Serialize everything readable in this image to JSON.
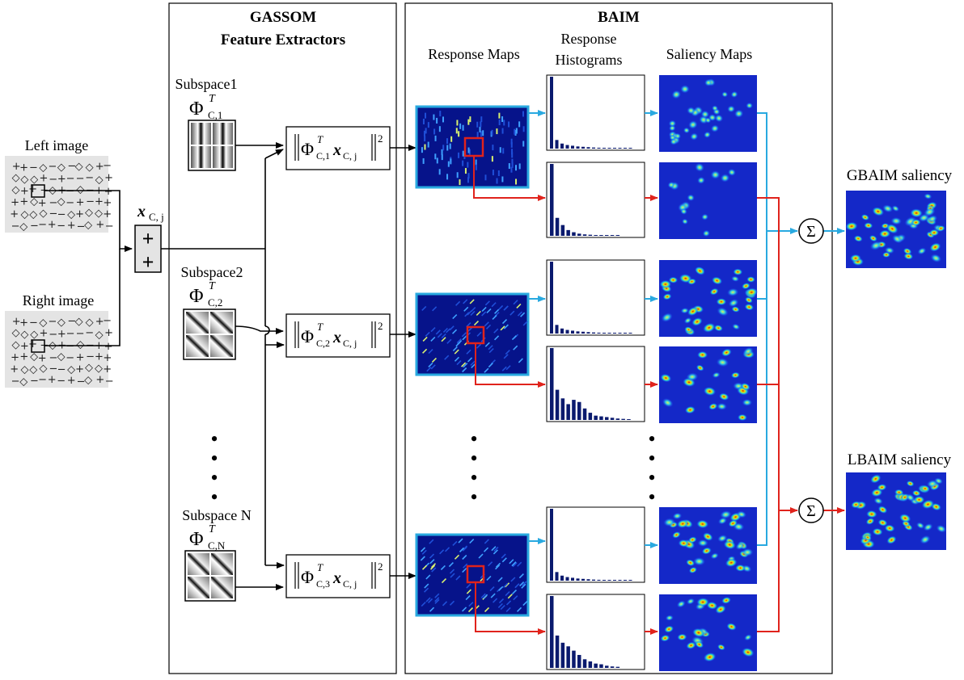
{
  "panels": {
    "gassom_title_line1": "GASSOM",
    "gassom_title_line2": "Feature Extractors",
    "baim_title": "BAIM"
  },
  "columns": {
    "response_maps": "Response Maps",
    "response_histograms_line1": "Response",
    "response_histograms_line2": "Histograms",
    "saliency_maps": "Saliency Maps"
  },
  "inputs": {
    "left_image": "Left image",
    "right_image": "Right image",
    "patch_symbol": "x",
    "patch_subscript": "C, j"
  },
  "subspaces": [
    {
      "label": "Subspace1",
      "phi_sub": "C,1",
      "formula_sub": "C,1"
    },
    {
      "label": "Subspace2",
      "phi_sub": "C,2",
      "formula_sub": "C,2"
    },
    {
      "label": "Subspace N",
      "phi_sub": "C,N",
      "formula_sub": "C,3"
    }
  ],
  "symbols": {
    "phi": "Φ",
    "transpose": "T",
    "squared": "2",
    "sum": "Σ",
    "ellipsis_dot": "•"
  },
  "outputs": {
    "gbaim": "GBAIM saliency",
    "lbaim": "LBAIM saliency"
  },
  "colors": {
    "global_arrow": "#29a9e0",
    "local_arrow": "#e0231c",
    "map_bg": "#06138a",
    "histogram_bar": "#0a1a6e",
    "image_bg": "#e4e4e4"
  }
}
